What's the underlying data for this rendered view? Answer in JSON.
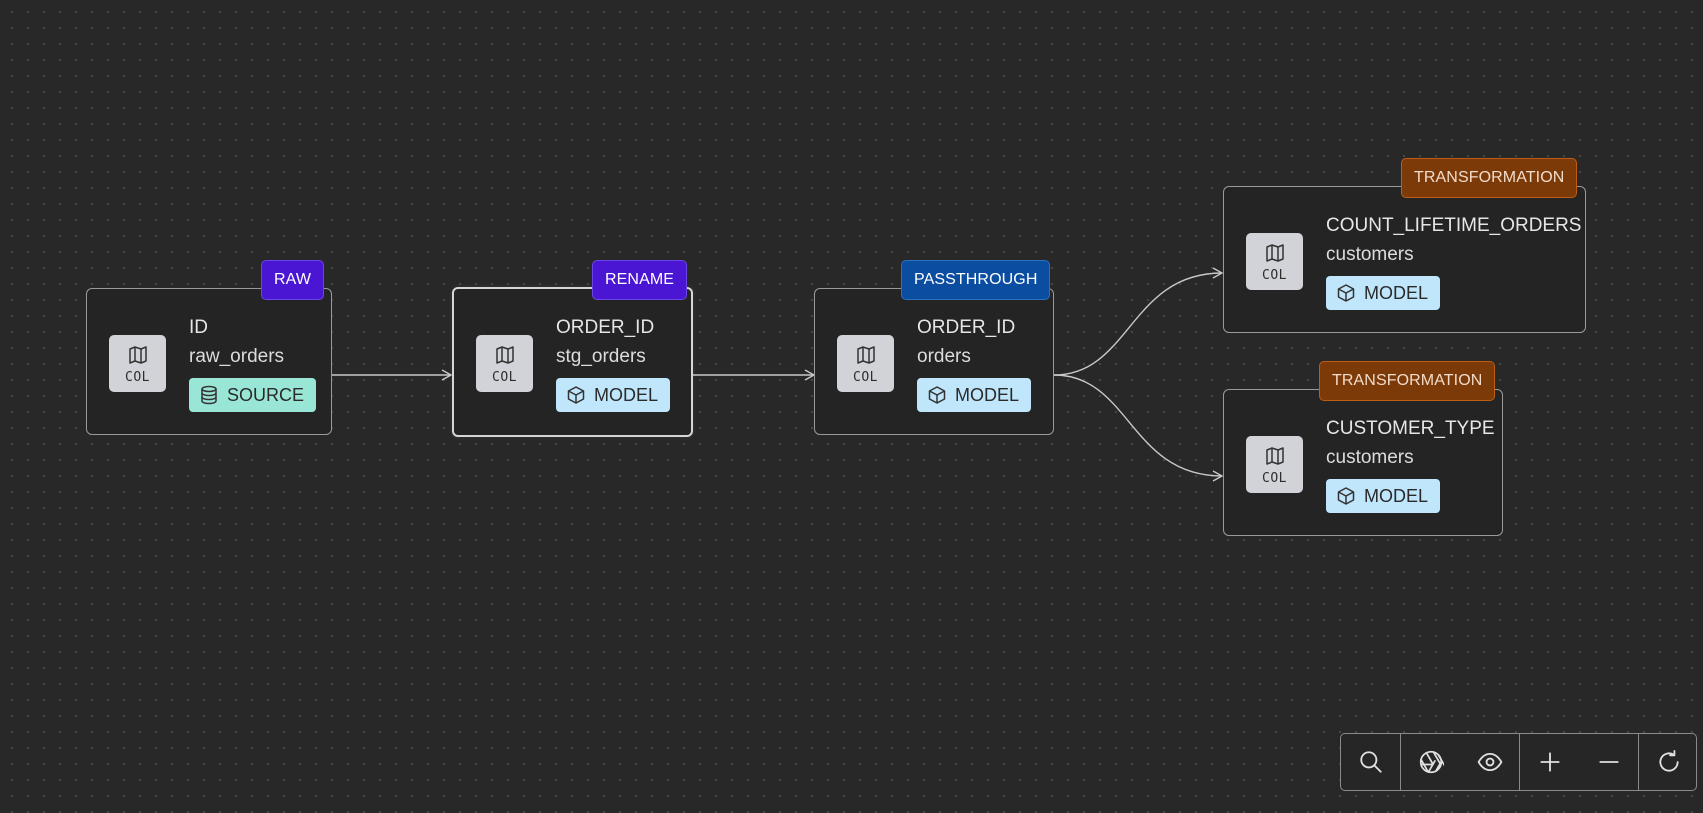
{
  "nodes": [
    {
      "id": "n1",
      "tag": "RAW",
      "tag_style": "raw",
      "icon_label": "COL",
      "title": "ID",
      "subtitle": "raw_orders",
      "badge": "SOURCE",
      "badge_icon": "database-icon",
      "selected": false
    },
    {
      "id": "n2",
      "tag": "RENAME",
      "tag_style": "rename",
      "icon_label": "COL",
      "title": "ORDER_ID",
      "subtitle": "stg_orders",
      "badge": "MODEL",
      "badge_icon": "cube-icon",
      "selected": true
    },
    {
      "id": "n3",
      "tag": "PASSTHROUGH",
      "tag_style": "passthrough",
      "icon_label": "COL",
      "title": "ORDER_ID",
      "subtitle": "orders",
      "badge": "MODEL",
      "badge_icon": "cube-icon",
      "selected": false
    },
    {
      "id": "n4",
      "tag": "TRANSFORMATION",
      "tag_style": "transformation",
      "icon_label": "COL",
      "title": "COUNT_LIFETIME_ORDERS",
      "subtitle": "customers",
      "badge": "MODEL",
      "badge_icon": "cube-icon",
      "selected": false
    },
    {
      "id": "n5",
      "tag": "TRANSFORMATION",
      "tag_style": "transformation",
      "icon_label": "COL",
      "title": "CUSTOMER_TYPE",
      "subtitle": "customers",
      "badge": "MODEL",
      "badge_icon": "cube-icon",
      "selected": false
    }
  ],
  "edges": [
    {
      "from": "n1",
      "to": "n2"
    },
    {
      "from": "n2",
      "to": "n3"
    },
    {
      "from": "n3",
      "to": "n4"
    },
    {
      "from": "n3",
      "to": "n5"
    }
  ],
  "controls": [
    {
      "icon": "search-icon",
      "name": "search-button"
    },
    {
      "icon": "aperture-icon",
      "name": "focus-button"
    },
    {
      "icon": "eye-icon",
      "name": "visibility-button"
    },
    {
      "icon": "plus-icon",
      "name": "zoom-in-button"
    },
    {
      "icon": "minus-icon",
      "name": "zoom-out-button"
    },
    {
      "icon": "refresh-icon",
      "name": "reset-button"
    }
  ],
  "colors": {
    "canvas": "#282828",
    "edge": "#c8c8c8",
    "tag_raw": "#4a16d4",
    "tag_passthrough": "#0b4ea1",
    "tag_transformation": "#7c3a09",
    "badge_source": "#99e6d6",
    "badge_model": "#bfe6fb"
  }
}
